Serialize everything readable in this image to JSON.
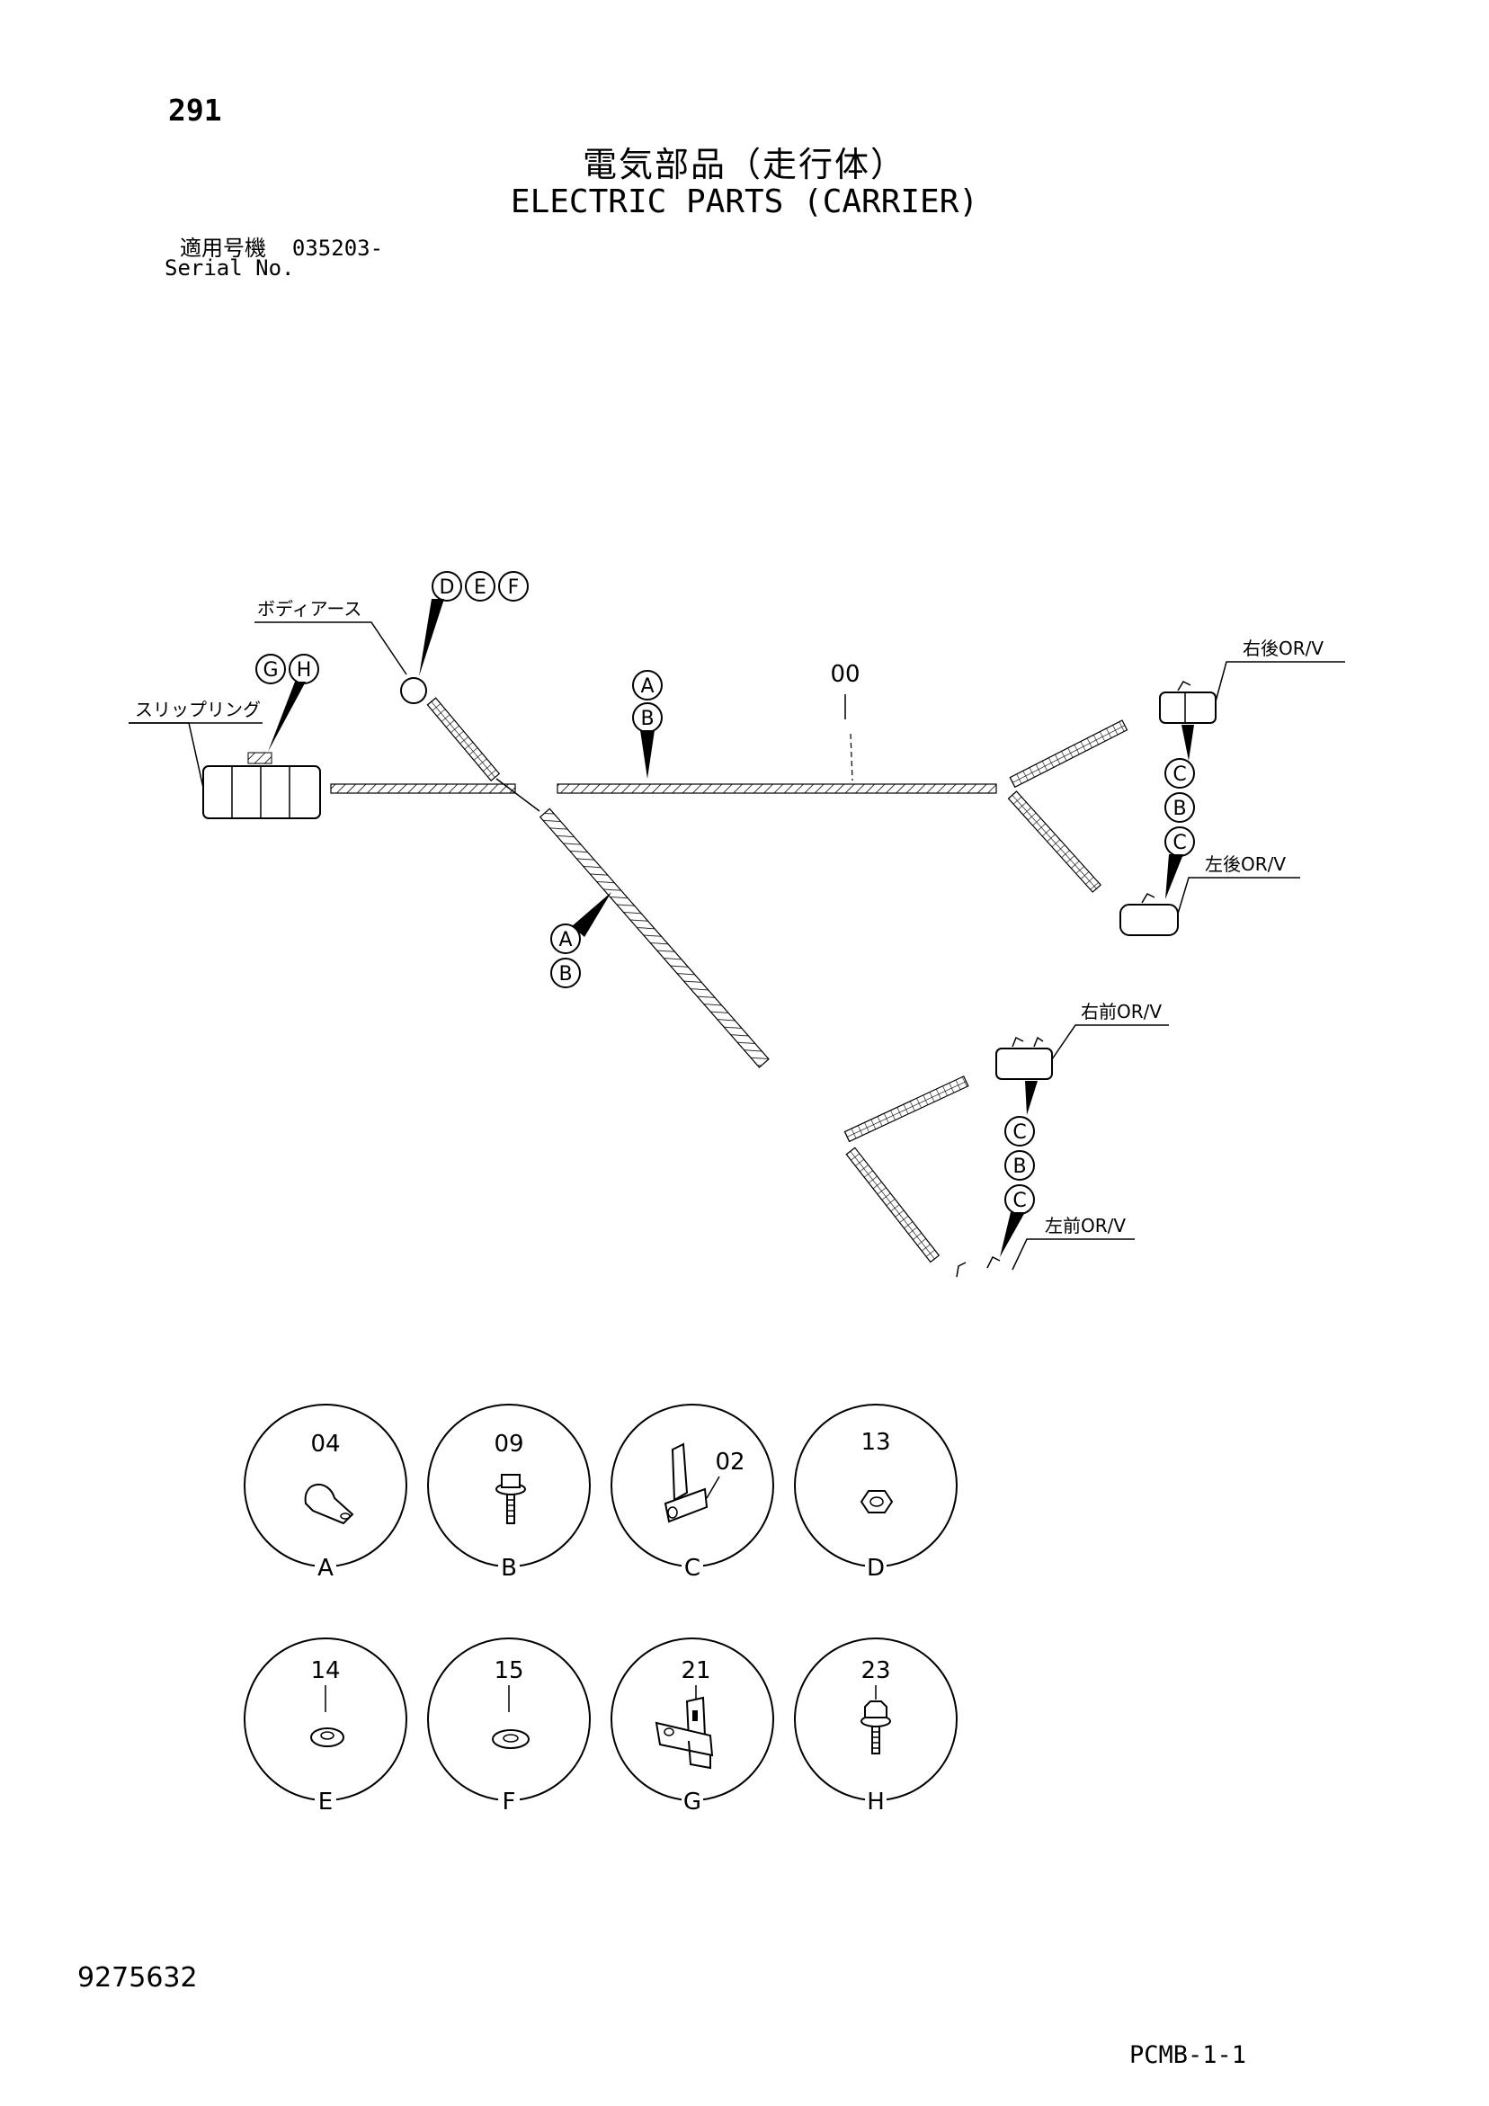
{
  "page_number": "291",
  "title_jp": "電気部品（走行体）",
  "title_en": "ELECTRIC PARTS (CARRIER)",
  "serial_label_jp": "適用号機",
  "serial_value": "035203-",
  "serial_label_en": "Serial No.",
  "doc_number": "9275632",
  "page_code": "PCMB-1-1",
  "diagram": {
    "labels": {
      "body_earth": "ボディアース",
      "slip_ring": "スリップリング",
      "right_rear": "右後OR/V",
      "left_rear": "左後OR/V",
      "right_front": "右前OR/V",
      "left_front": "左前OR/V",
      "harness_part": "00"
    },
    "callouts": {
      "body_earth": [
        "D",
        "E",
        "F"
      ],
      "slip_ring": [
        "G",
        "H"
      ],
      "main_harness": [
        "A",
        "B"
      ],
      "diagonal_harness": [
        "A",
        "B"
      ],
      "rear_branch": [
        "C",
        "B",
        "C"
      ],
      "front_branch": [
        "C",
        "B",
        "C"
      ]
    }
  },
  "parts_legend": [
    {
      "letter": "A",
      "part": "04",
      "icon": "clamp-icon"
    },
    {
      "letter": "B",
      "part": "09",
      "icon": "bolt-washer-icon"
    },
    {
      "letter": "C",
      "part": "02",
      "icon": "bracket-icon"
    },
    {
      "letter": "D",
      "part": "13",
      "icon": "nut-icon"
    },
    {
      "letter": "E",
      "part": "14",
      "icon": "lock-washer-icon"
    },
    {
      "letter": "F",
      "part": "15",
      "icon": "flat-washer-icon"
    },
    {
      "letter": "G",
      "part": "21",
      "icon": "bracket-icon"
    },
    {
      "letter": "H",
      "part": "23",
      "icon": "bolt-icon"
    }
  ]
}
